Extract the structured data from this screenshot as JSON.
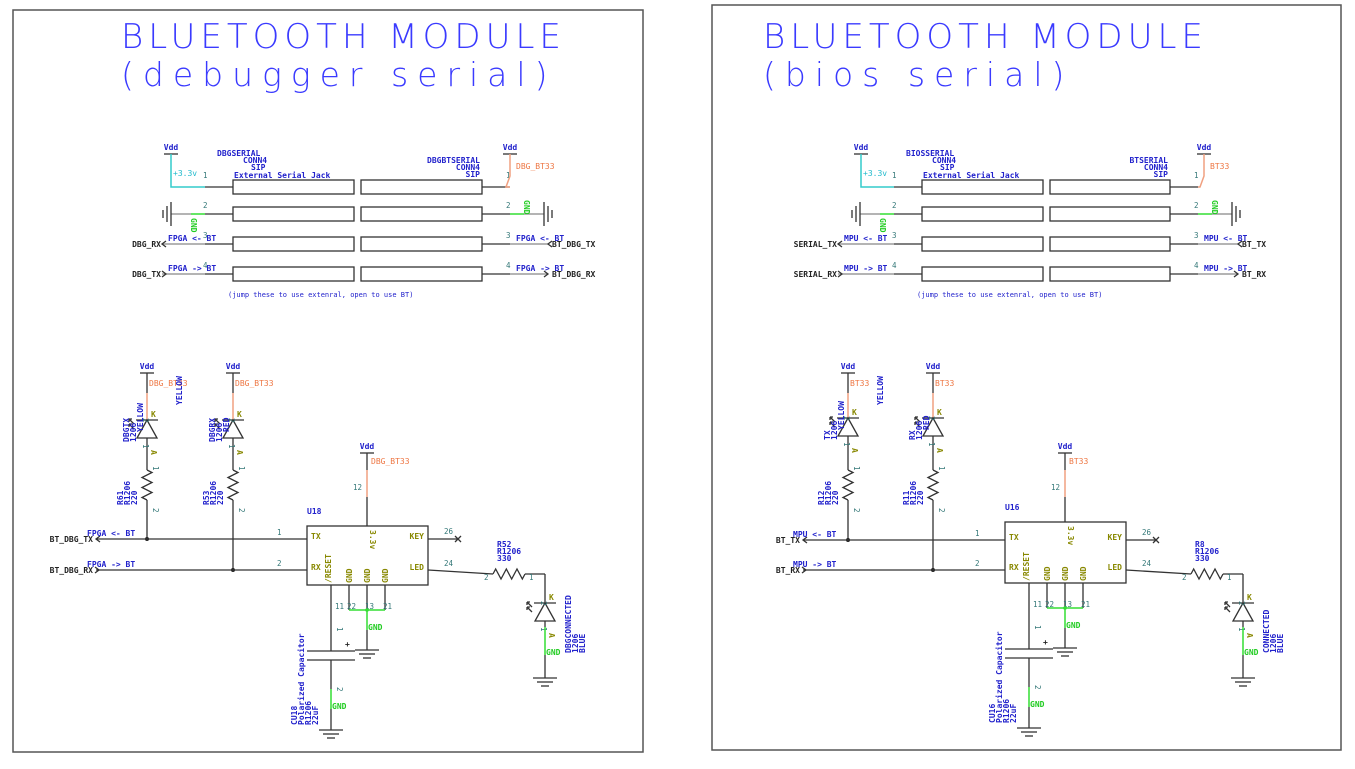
{
  "panels": [
    {
      "id": "debug",
      "title": "BLUETOOTH MODULE",
      "subtitle": "(debugger serial)",
      "vdd_label": "Vdd",
      "supply_net": "+3.3v",
      "bt_supply_net": "DBG_BT33",
      "gnd_net": "GND",
      "left_conn": {
        "name": "DBGSERIAL",
        "type": "CONN4",
        "pkg": "SIP",
        "desc": "External Serial Jack"
      },
      "right_conn": {
        "name": "DBGBTSERIAL",
        "type": "CONN4",
        "pkg": "SIP"
      },
      "rows": [
        {
          "pin": "1",
          "left_net": "",
          "left_note": "",
          "right_net": "",
          "right_note": ""
        },
        {
          "pin": "2",
          "left_net": "",
          "left_note": "",
          "right_net": "",
          "right_note": ""
        },
        {
          "pin": "3",
          "left_net": "DBG_RX",
          "left_note": "FPGA <- BT",
          "right_net": "BT_DBG_TX",
          "right_note": "FPGA <- BT"
        },
        {
          "pin": "4",
          "left_net": "DBG_TX",
          "left_note": "FPGA -> BT",
          "right_net": "BT_DBG_RX",
          "right_note": "FPGA -> BT"
        }
      ],
      "jumper_note": "(jump these to use extenral, open to use BT)",
      "leds": [
        {
          "ref": "DBGTX",
          "pkg": "1206",
          "color": "YELLOW",
          "pin_k": "2",
          "pin_a": "1",
          "k": "K",
          "a": "A",
          "net": "DBG_BT33",
          "vdd": "Vdd"
        },
        {
          "ref": "DBGRX",
          "pkg": "1206",
          "color": "RED",
          "pin_k": "2",
          "pin_a": "1",
          "k": "K",
          "a": "A",
          "net": "DBG_BT33",
          "vdd": "Vdd"
        }
      ],
      "stray_label": "YELLOW",
      "resistors": [
        {
          "ref": "R61",
          "pkg": "R1206",
          "value": "220",
          "p1": "1",
          "p2": "2"
        },
        {
          "ref": "R53",
          "pkg": "R1206",
          "value": "220",
          "p1": "1",
          "p2": "2"
        }
      ],
      "bus": [
        {
          "net": "BT_DBG_TX",
          "note": "FPGA <- BT",
          "pin": "1"
        },
        {
          "net": "BT_DBG_RX",
          "note": "FPGA -> BT",
          "pin": "2"
        }
      ],
      "module": {
        "ref": "U18",
        "vdd": "Vdd",
        "net": "DBG_BT33",
        "vcc_pin": "12",
        "pins": {
          "tx": "TX",
          "rx": "RX",
          "key": "KEY",
          "led": "LED",
          "v33": "3.3v",
          "reset": "/RESET",
          "gnd": "GND"
        },
        "pin_key": "26",
        "pin_led": "24",
        "pin_reset": "11",
        "gnd_pins": [
          "22",
          "13",
          "21"
        ]
      },
      "led_res": {
        "ref": "R52",
        "pkg": "R1206",
        "value": "330",
        "p1": "1",
        "p2": "2"
      },
      "conn_led": {
        "ref": "DBGCONNECTED",
        "pkg": "1206",
        "color": "BLUE",
        "k": "K",
        "a": "A",
        "pin_k": "2",
        "pin_a": "1"
      },
      "cap": {
        "ref": "CU18",
        "type": "Polarized Capacitor",
        "pkg": "R1206",
        "value": "22uF",
        "p1": "1",
        "p2": "2",
        "plus": "+"
      }
    },
    {
      "id": "bios",
      "title": "BLUETOOTH MODULE",
      "subtitle": "(bios serial)",
      "vdd_label": "Vdd",
      "supply_net": "+3.3v",
      "bt_supply_net": "BT33",
      "gnd_net": "GND",
      "left_conn": {
        "name": "BIOSSERIAL",
        "type": "CONN4",
        "pkg": "SIP",
        "desc": "External Serial Jack"
      },
      "right_conn": {
        "name": "BTSERIAL",
        "type": "CONN4",
        "pkg": "SIP"
      },
      "rows": [
        {
          "pin": "1",
          "left_net": "",
          "left_note": "",
          "right_net": "",
          "right_note": ""
        },
        {
          "pin": "2",
          "left_net": "",
          "left_note": "",
          "right_net": "",
          "right_note": ""
        },
        {
          "pin": "3",
          "left_net": "SERIAL_TX",
          "left_note": "MPU <- BT",
          "right_net": "BT_TX",
          "right_note": "MPU <- BT"
        },
        {
          "pin": "4",
          "left_net": "SERIAL_RX",
          "left_note": "MPU -> BT",
          "right_net": "BT_RX",
          "right_note": "MPU -> BT"
        }
      ],
      "jumper_note": "(jump these to use extenral, open to use BT)",
      "leds": [
        {
          "ref": "TX",
          "pkg": "1206",
          "color": "YELLOW",
          "pin_k": "2",
          "pin_a": "1",
          "k": "K",
          "a": "A",
          "net": "BT33",
          "vdd": "Vdd"
        },
        {
          "ref": "RX",
          "pkg": "1206",
          "color": "RED",
          "pin_k": "2",
          "pin_a": "1",
          "k": "K",
          "a": "A",
          "net": "BT33",
          "vdd": "Vdd"
        }
      ],
      "stray_label": "YELLOW",
      "resistors": [
        {
          "ref": "R12",
          "pkg": "R1206",
          "value": "220",
          "p1": "1",
          "p2": "2"
        },
        {
          "ref": "R11",
          "pkg": "R1206",
          "value": "220",
          "p1": "1",
          "p2": "2"
        }
      ],
      "bus": [
        {
          "net": "BT_TX",
          "note": "MPU <- BT",
          "pin": "1"
        },
        {
          "net": "BT_RX",
          "note": "MPU -> BT",
          "pin": "2"
        }
      ],
      "module": {
        "ref": "U16",
        "vdd": "Vdd",
        "net": "BT33",
        "vcc_pin": "12",
        "pins": {
          "tx": "TX",
          "rx": "RX",
          "key": "KEY",
          "led": "LED",
          "v33": "3.3v",
          "reset": "/RESET",
          "gnd": "GND"
        },
        "pin_key": "26",
        "pin_led": "24",
        "pin_reset": "11",
        "gnd_pins": [
          "22",
          "13",
          "21"
        ]
      },
      "led_res": {
        "ref": "R8",
        "pkg": "R1206",
        "value": "330",
        "p1": "1",
        "p2": "2"
      },
      "conn_led": {
        "ref": "CONNECTED",
        "pkg": "1206",
        "color": "BLUE",
        "k": "K",
        "a": "A",
        "pin_k": "2",
        "pin_a": "1"
      },
      "cap": {
        "ref": "CU16",
        "type": "Polarized Capacitor",
        "pkg": "R1206",
        "value": "22uF",
        "p1": "1",
        "p2": "2",
        "plus": "+"
      }
    }
  ]
}
